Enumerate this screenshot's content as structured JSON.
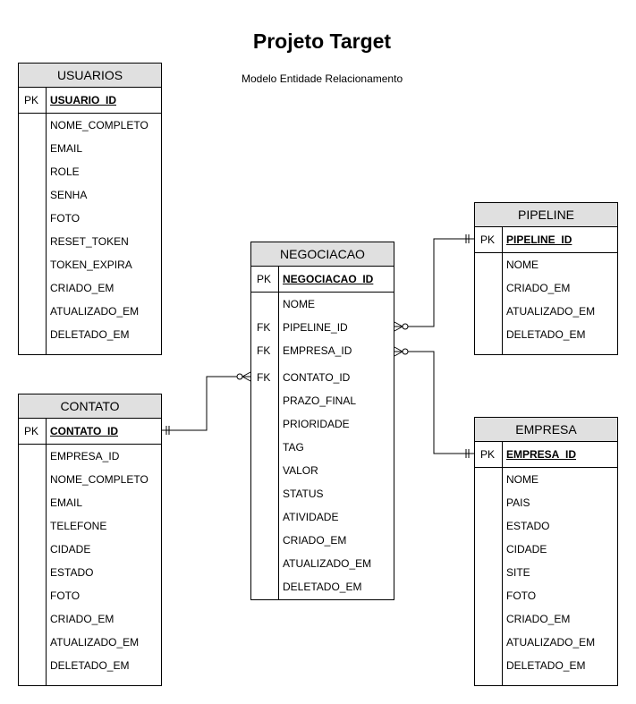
{
  "title": "Projeto Target",
  "subtitle": "Modelo Entidade Relacionamento",
  "entities": {
    "usuarios": {
      "name": "USUARIOS",
      "pk_label": "PK",
      "pk": "USUARIO_ID",
      "fields": [
        "NOME_COMPLETO",
        "EMAIL",
        "ROLE",
        "SENHA",
        "FOTO",
        "RESET_TOKEN",
        "TOKEN_EXPIRA",
        "CRIADO_EM",
        "ATUALIZADO_EM",
        "DELETADO_EM"
      ]
    },
    "contato": {
      "name": "CONTATO",
      "pk_label": "PK",
      "pk": "CONTATO_ID",
      "fields": [
        "EMPRESA_ID",
        "NOME_COMPLETO",
        "EMAIL",
        "TELEFONE",
        "CIDADE",
        "ESTADO",
        "FOTO",
        "CRIADO_EM",
        "ATUALIZADO_EM",
        "DELETADO_EM"
      ]
    },
    "negociacao": {
      "name": "NEGOCIACAO",
      "pk_label": "PK",
      "pk": "NEGOCIACAO_ID",
      "fk_label": "FK",
      "fields": [
        "NOME",
        "PIPELINE_ID",
        "EMPRESA_ID",
        "CONTATO_ID",
        "PRAZO_FINAL",
        "PRIORIDADE",
        "TAG",
        "VALOR",
        "STATUS",
        "ATIVIDADE",
        "CRIADO_EM",
        "ATUALIZADO_EM",
        "DELETADO_EM"
      ]
    },
    "pipeline": {
      "name": "PIPELINE",
      "pk_label": "PK",
      "pk": "PIPELINE_ID",
      "fields": [
        "NOME",
        "CRIADO_EM",
        "ATUALIZADO_EM",
        "DELETADO_EM"
      ]
    },
    "empresa": {
      "name": "EMPRESA",
      "pk_label": "PK",
      "pk": "EMPRESA_ID",
      "fields": [
        "NOME",
        "PAIS",
        "ESTADO",
        "CIDADE",
        "SITE",
        "FOTO",
        "CRIADO_EM",
        "ATUALIZADO_EM",
        "DELETADO_EM"
      ]
    }
  }
}
